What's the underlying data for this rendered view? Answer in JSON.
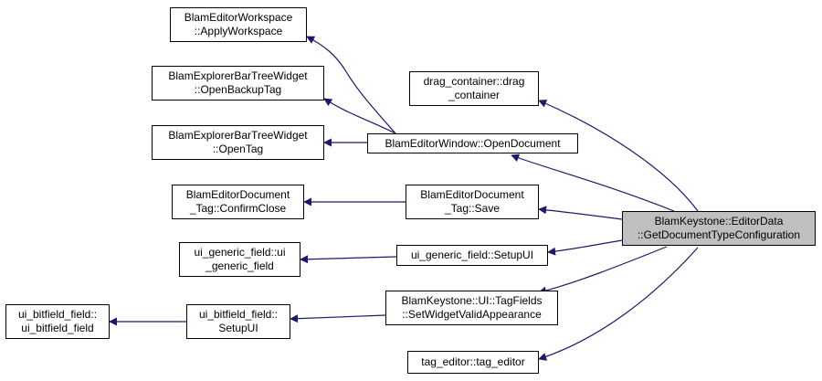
{
  "nodes": {
    "apply_workspace": {
      "lines": [
        "BlamEditorWorkspace",
        "::ApplyWorkspace"
      ]
    },
    "open_backup_tag": {
      "lines": [
        "BlamExplorerBarTreeWidget",
        "::OpenBackupTag"
      ]
    },
    "open_tag": {
      "lines": [
        "BlamExplorerBarTreeWidget",
        "::OpenTag"
      ]
    },
    "open_document": {
      "lines": [
        "BlamEditorWindow::OpenDocument"
      ]
    },
    "drag_container": {
      "lines": [
        "drag_container::drag",
        "_container"
      ]
    },
    "confirm_close": {
      "lines": [
        "BlamEditorDocument",
        "_Tag::ConfirmClose"
      ]
    },
    "doc_save": {
      "lines": [
        "BlamEditorDocument",
        "_Tag::Save"
      ]
    },
    "focus": {
      "lines": [
        "BlamKeystone::EditorData",
        "::GetDocumentTypeConfiguration"
      ]
    },
    "ui_generic_field": {
      "lines": [
        "ui_generic_field::ui",
        "_generic_field"
      ]
    },
    "setup_ui_generic": {
      "lines": [
        "ui_generic_field::SetupUI"
      ]
    },
    "bitfield_ctor": {
      "lines": [
        "ui_bitfield_field::",
        "ui_bitfield_field"
      ]
    },
    "bitfield_setup": {
      "lines": [
        "ui_bitfield_field::",
        "SetupUI"
      ]
    },
    "tagfields": {
      "lines": [
        "BlamKeystone::UI::TagFields",
        "::SetWidgetValidAppearance"
      ]
    },
    "tag_editor": {
      "lines": [
        "tag_editor::tag_editor"
      ]
    }
  },
  "edge_color": "#191970"
}
